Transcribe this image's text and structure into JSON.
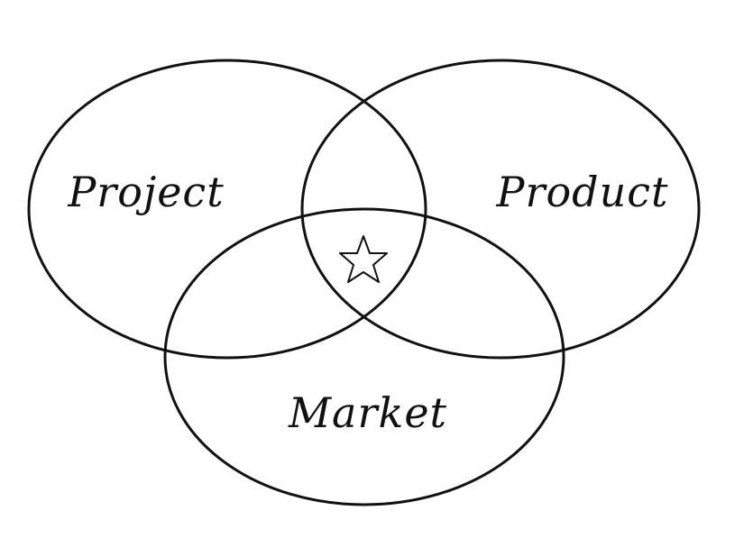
{
  "colors": {
    "stroke": "#111111",
    "background": "#ffffff"
  },
  "sets": [
    {
      "id": "project",
      "label": "Project"
    },
    {
      "id": "product",
      "label": "Product"
    },
    {
      "id": "market",
      "label": "Market"
    }
  ],
  "center_marker": {
    "icon": "star-icon"
  }
}
